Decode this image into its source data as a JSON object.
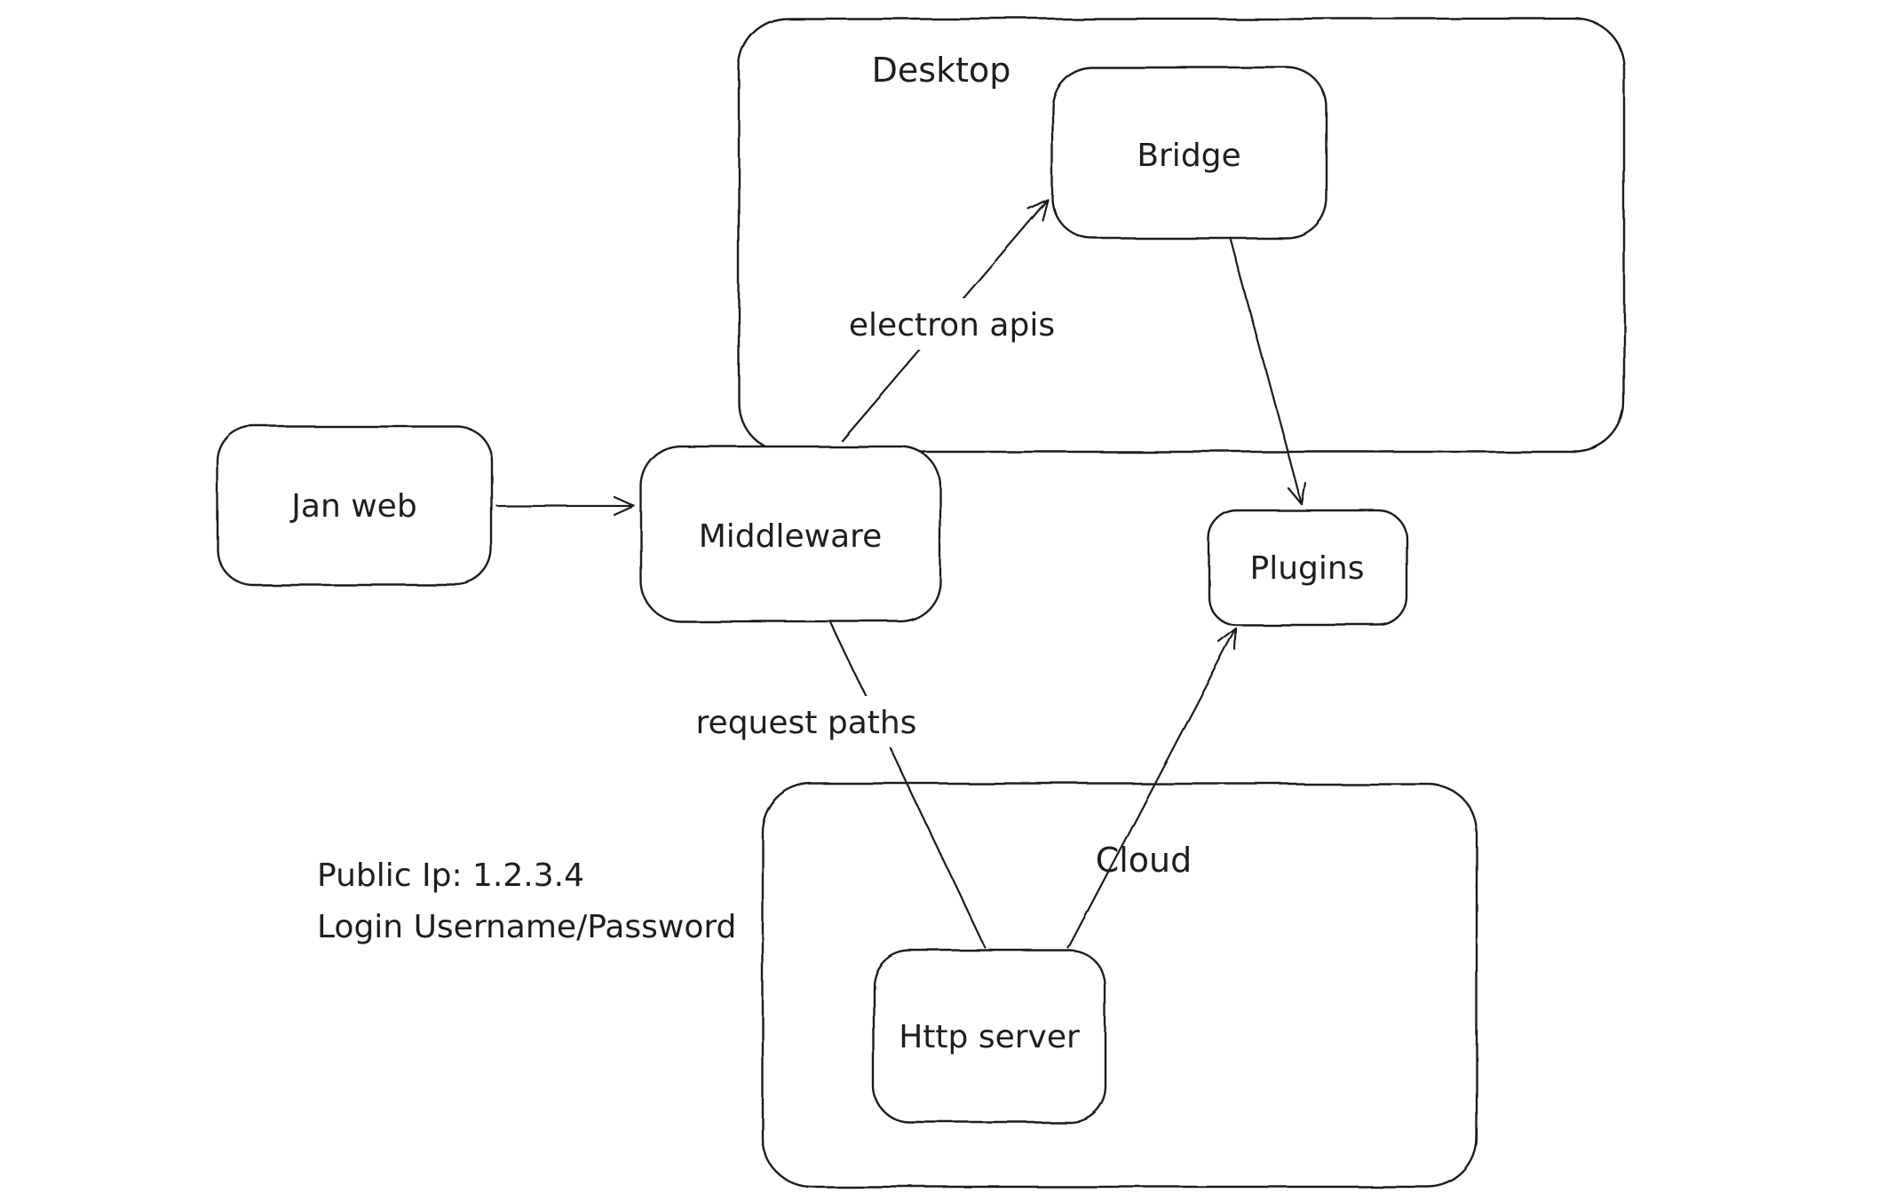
{
  "diagram": {
    "containers": [
      {
        "id": "desktop",
        "label": "Desktop"
      },
      {
        "id": "cloud",
        "label": "Cloud"
      }
    ],
    "nodes": [
      {
        "id": "jan-web",
        "label": "Jan web"
      },
      {
        "id": "middleware",
        "label": "Middleware"
      },
      {
        "id": "bridge",
        "label": "Bridge"
      },
      {
        "id": "plugins",
        "label": "Plugins"
      },
      {
        "id": "http-server",
        "label": "Http server"
      }
    ],
    "edges": [
      {
        "id": "jan-web-to-middleware",
        "from": "jan-web",
        "to": "middleware",
        "label": ""
      },
      {
        "id": "middleware-to-bridge",
        "from": "middleware",
        "to": "bridge",
        "label": "electron apis"
      },
      {
        "id": "bridge-to-plugins",
        "from": "bridge",
        "to": "plugins",
        "label": ""
      },
      {
        "id": "middleware-to-http-server",
        "from": "middleware",
        "to": "http-server",
        "label": "request paths"
      },
      {
        "id": "http-server-to-plugins",
        "from": "http-server",
        "to": "plugins",
        "label": ""
      }
    ],
    "annotations": [
      {
        "text": "Public Ip: 1.2.3.4"
      },
      {
        "text": "Login Username/Password"
      }
    ],
    "colors": {
      "stroke": "#1e1e1e",
      "background": "#ffffff"
    }
  }
}
